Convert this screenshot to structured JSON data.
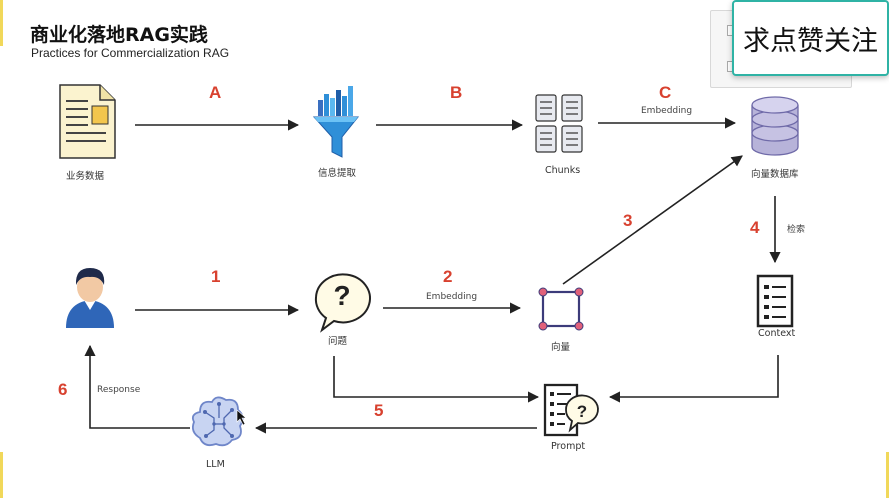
{
  "header": {
    "title": "商业化落地RAG实践",
    "subtitle": "Practices for Commercialization RAG"
  },
  "overlay": {
    "banner_text": "求点赞关注"
  },
  "nodes": {
    "business_data": "业务数据",
    "info_extract": "信息提取",
    "chunks": "Chunks",
    "vector_db": "向量数据库",
    "user": "",
    "question": "问题",
    "vector": "向量",
    "context": "Context",
    "prompt": "Prompt",
    "llm": "LLM"
  },
  "steps": {
    "A": "A",
    "B": "B",
    "C": "C",
    "s1": "1",
    "s2": "2",
    "s3": "3",
    "s4": "4",
    "s5": "5",
    "s6": "6"
  },
  "edge_labels": {
    "c_embedding": "Embedding",
    "s2_embedding": "Embedding",
    "s4_search": "检索",
    "s6_response": "Response"
  },
  "colors": {
    "step_red": "#d8412f",
    "arrow": "#222222",
    "banner_border": "#2fb3a5",
    "funnel_blue": "#2f8fd8",
    "db_purple": "#b7b3d9",
    "vector_purple": "#3c3b7a",
    "vector_dot": "#e0607a",
    "brain_blue": "#6f86c9"
  },
  "icons": [
    "document-icon",
    "funnel-icon",
    "chunks-icon",
    "database-icon",
    "user-avatar-icon",
    "question-bubble-icon",
    "vector-square-icon",
    "checklist-icon",
    "prompt-icon",
    "brain-icon"
  ]
}
